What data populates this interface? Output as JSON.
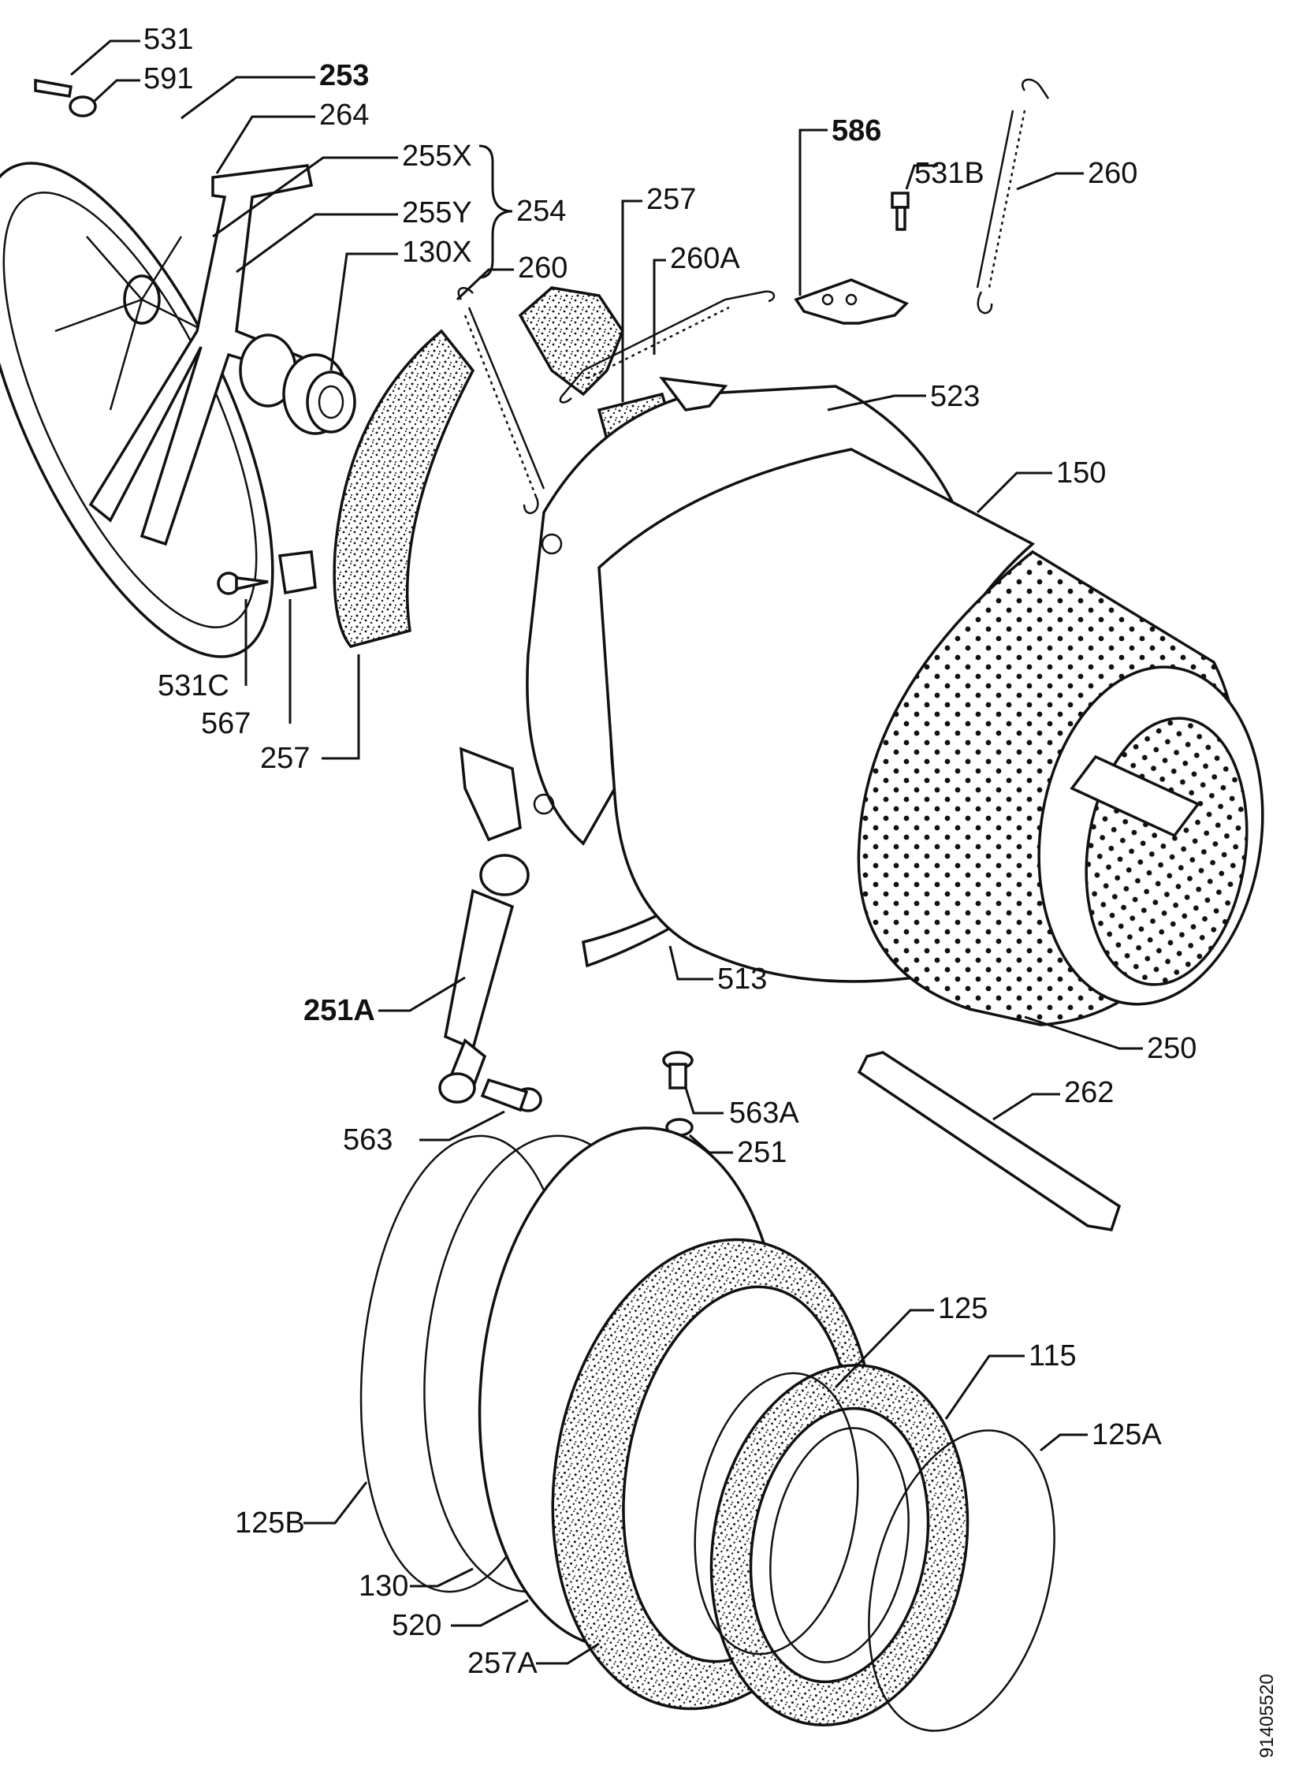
{
  "diagram": {
    "labels": [
      {
        "id": "531",
        "text": "531"
      },
      {
        "id": "591",
        "text": "591"
      },
      {
        "id": "253",
        "text": "253"
      },
      {
        "id": "264",
        "text": "264"
      },
      {
        "id": "255x",
        "text": "255X"
      },
      {
        "id": "255y",
        "text": "255Y"
      },
      {
        "id": "254",
        "text": "254"
      },
      {
        "id": "130x",
        "text": "130X"
      },
      {
        "id": "260a_top",
        "text": "260"
      },
      {
        "id": "257_top",
        "text": "257"
      },
      {
        "id": "260A",
        "text": "260A"
      },
      {
        "id": "586",
        "text": "586"
      },
      {
        "id": "531B",
        "text": "531B"
      },
      {
        "id": "260_right",
        "text": "260"
      },
      {
        "id": "523",
        "text": "523"
      },
      {
        "id": "150",
        "text": "150"
      },
      {
        "id": "531C",
        "text": "531C"
      },
      {
        "id": "567",
        "text": "567"
      },
      {
        "id": "257_left",
        "text": "257"
      },
      {
        "id": "251A",
        "text": "251A"
      },
      {
        "id": "513",
        "text": "513"
      },
      {
        "id": "250",
        "text": "250"
      },
      {
        "id": "563A",
        "text": "563A"
      },
      {
        "id": "262",
        "text": "262"
      },
      {
        "id": "563",
        "text": "563"
      },
      {
        "id": "251",
        "text": "251"
      },
      {
        "id": "125",
        "text": "125"
      },
      {
        "id": "115",
        "text": "115"
      },
      {
        "id": "125A",
        "text": "125A"
      },
      {
        "id": "125B",
        "text": "125B"
      },
      {
        "id": "130",
        "text": "130"
      },
      {
        "id": "520",
        "text": "520"
      },
      {
        "id": "257A",
        "text": "257A"
      }
    ],
    "document_code": "91405520"
  }
}
